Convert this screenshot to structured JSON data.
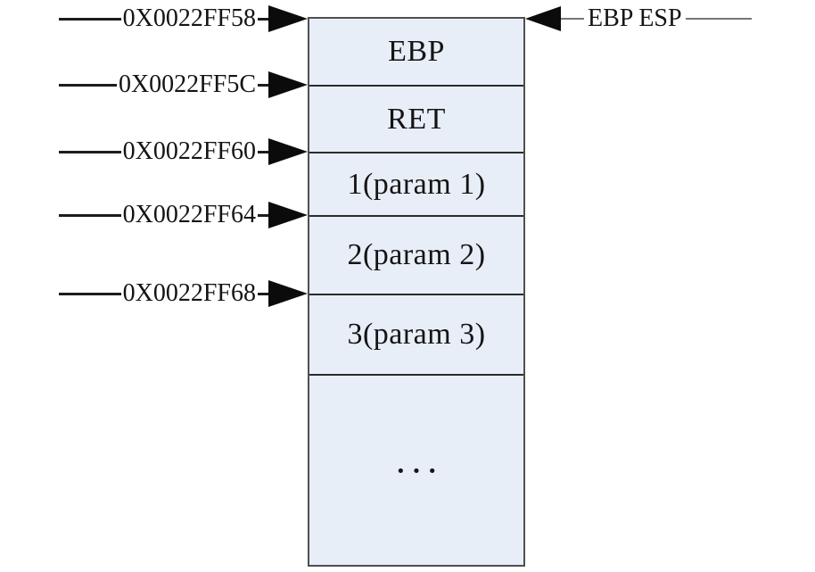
{
  "diagram": {
    "addresses": [
      {
        "label": "0X0022FF58"
      },
      {
        "label": "0X0022FF5C"
      },
      {
        "label": "0X0022FF60"
      },
      {
        "label": "0X0022FF64"
      },
      {
        "label": "0X0022FF68"
      }
    ],
    "stack_cells": [
      {
        "label": "EBP"
      },
      {
        "label": "RET"
      },
      {
        "label": "1(param 1)"
      },
      {
        "label": "2(param 2)"
      },
      {
        "label": "3(param 3)"
      },
      {
        "label": "···"
      }
    ],
    "right_pointer": {
      "label": "EBP ESP"
    },
    "colors": {
      "cell_fill": "#e8eef7",
      "box_border": "#4f4f4f",
      "cell_divider": "#2b2b2b",
      "address_line": "#1c1c1c",
      "register_line": "#767676",
      "arrowhead": "#0b0b0b",
      "text": "#141414",
      "background": "#ffffff"
    }
  }
}
